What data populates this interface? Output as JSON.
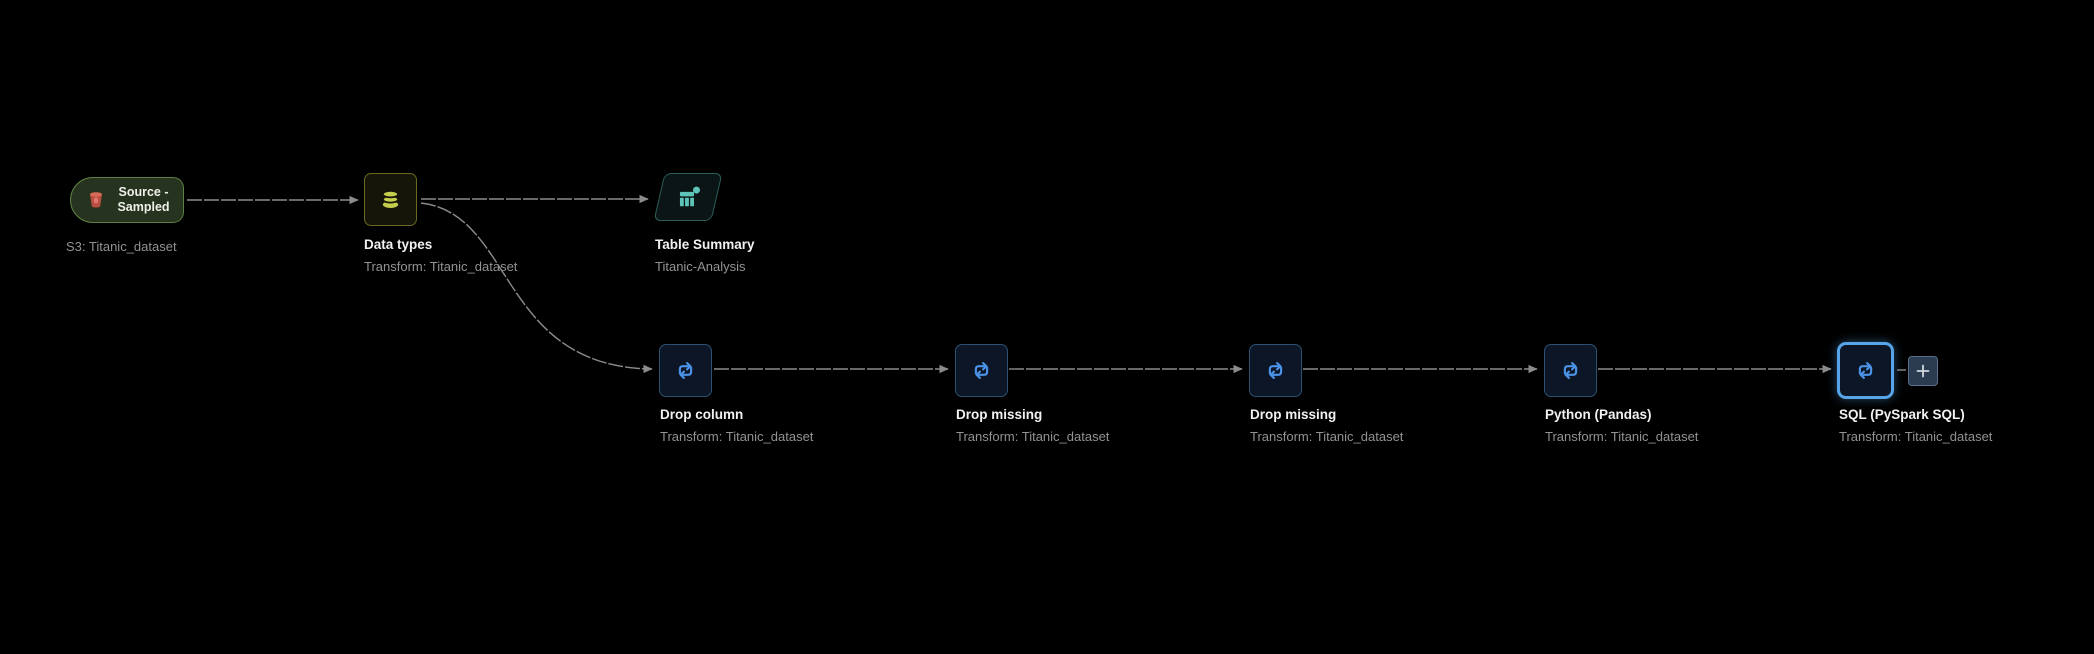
{
  "canvas": {
    "background": "#000000",
    "edge_color": "#8c8c8c"
  },
  "nodes": {
    "source": {
      "icon": "s3-icon",
      "title_line1": "Source -",
      "title_line2": "Sampled",
      "subtitle": "S3: Titanic_dataset",
      "accent_color": "#5d8046",
      "icon_color": "#c25749"
    },
    "data_types": {
      "icon": "database-icon",
      "title": "Data types",
      "subtitle": "Transform: Titanic_dataset",
      "accent_color": "#69691f",
      "icon_color": "#c4cd4c"
    },
    "table_summary": {
      "icon": "table-summary-icon",
      "title": "Table Summary",
      "subtitle": "Titanic-Analysis",
      "accent_color": "#2c5f5a",
      "icon_color": "#5ec4ba"
    },
    "drop_column": {
      "icon": "transform-icon",
      "title": "Drop column",
      "subtitle": "Transform: Titanic_dataset",
      "accent_color": "#2d5173",
      "icon_color": "#4b93e8"
    },
    "drop_missing_1": {
      "icon": "transform-icon",
      "title": "Drop missing",
      "subtitle": "Transform: Titanic_dataset",
      "accent_color": "#2d5173",
      "icon_color": "#4b93e8"
    },
    "drop_missing_2": {
      "icon": "transform-icon",
      "title": "Drop missing",
      "subtitle": "Transform: Titanic_dataset",
      "accent_color": "#2d5173",
      "icon_color": "#4b93e8"
    },
    "python_pandas": {
      "icon": "transform-icon",
      "title": "Python (Pandas)",
      "subtitle": "Transform: Titanic_dataset",
      "accent_color": "#2d5173",
      "icon_color": "#4b93e8"
    },
    "sql_pyspark": {
      "icon": "transform-icon",
      "title": "SQL (PySpark SQL)",
      "subtitle": "Transform: Titanic_dataset",
      "selected": true,
      "selection_color": "#57a4e8",
      "icon_color": "#4b93e8"
    },
    "add_step": {
      "icon": "plus-icon"
    }
  }
}
